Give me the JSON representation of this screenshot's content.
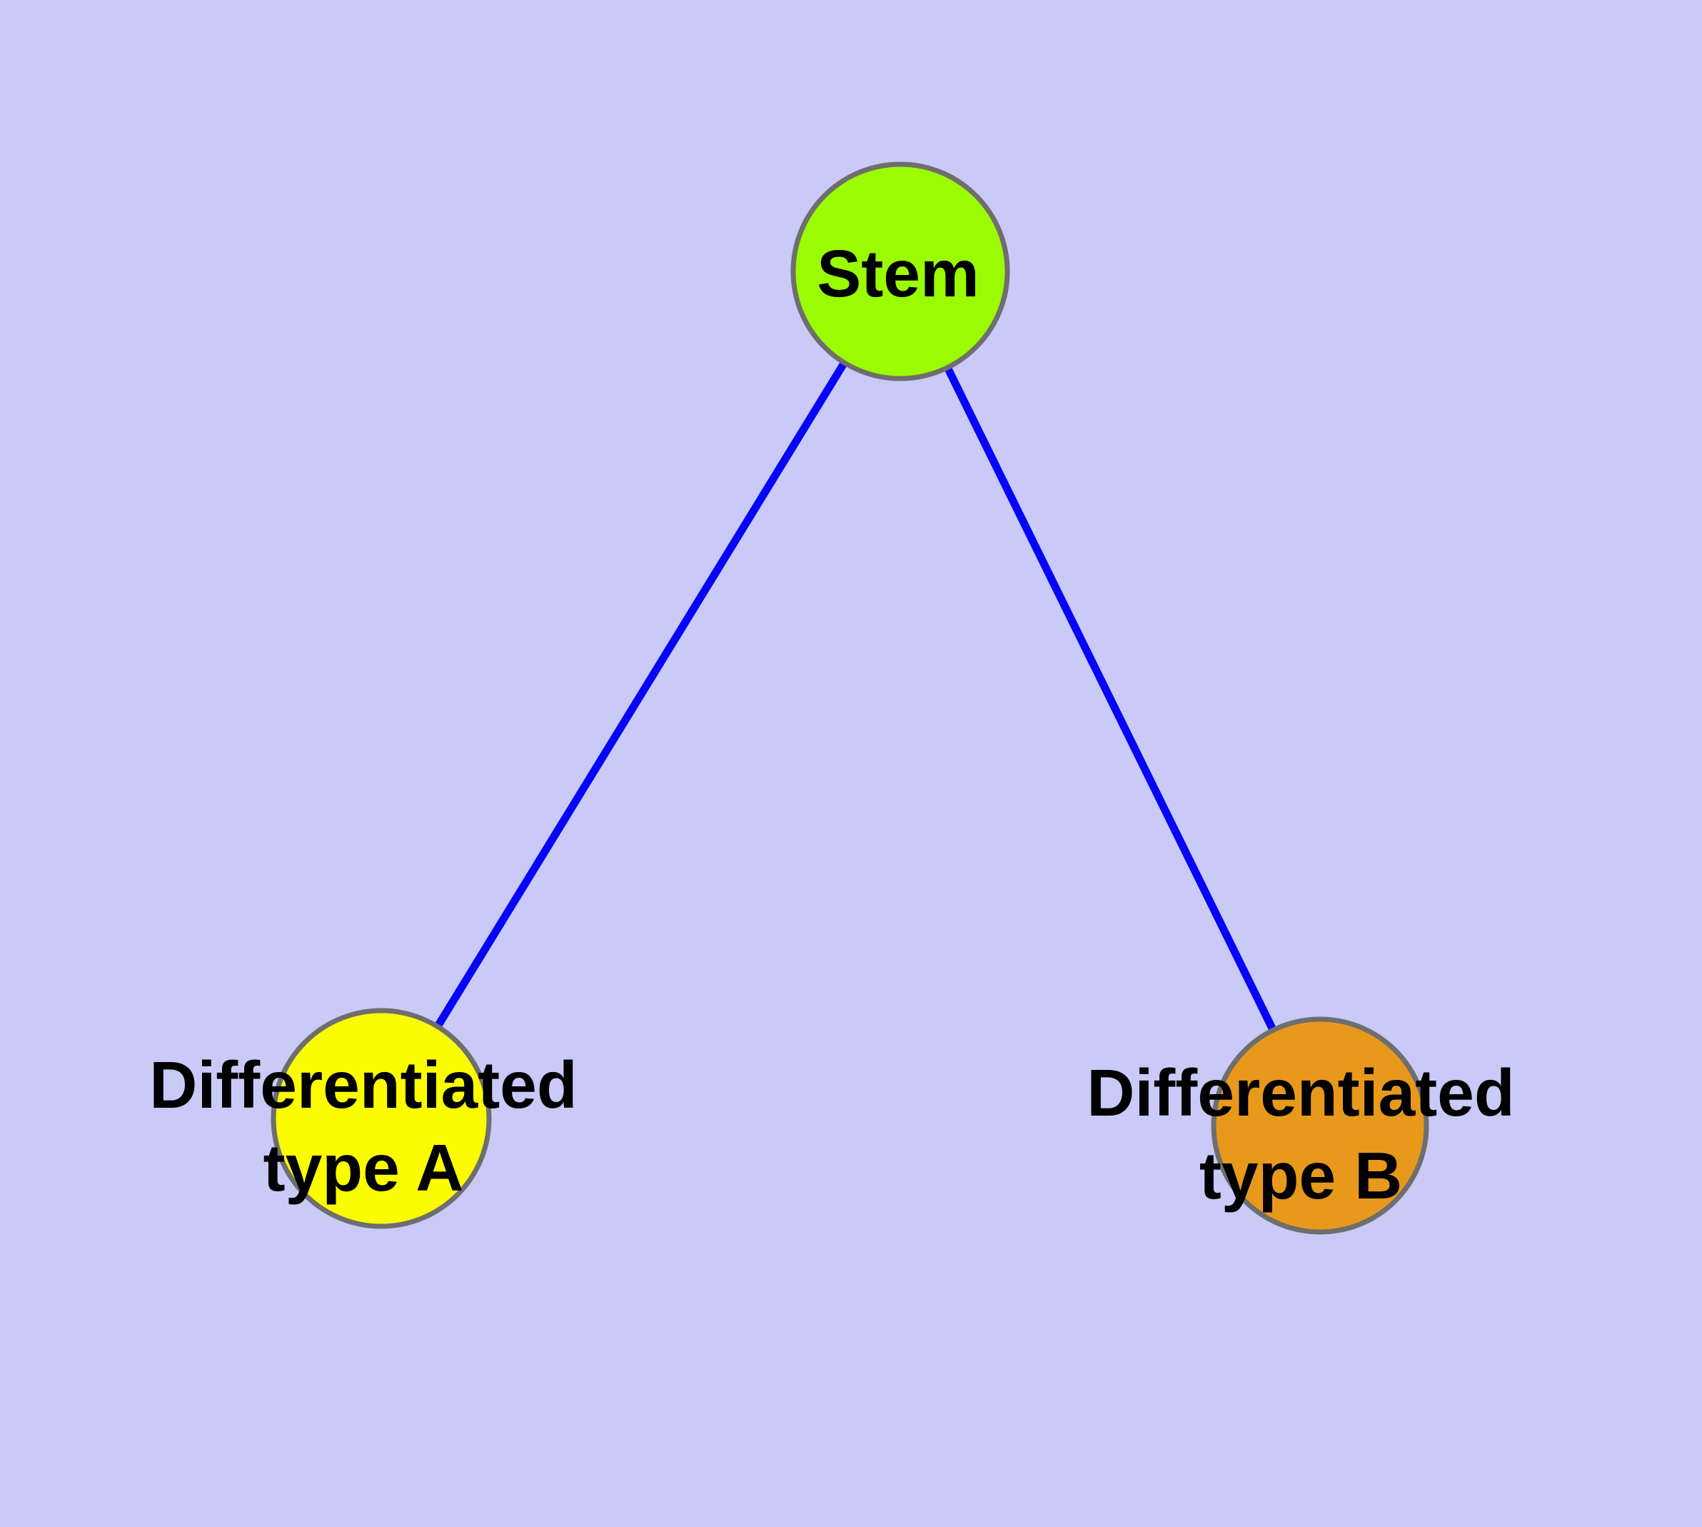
{
  "figure": {
    "type": "node-link-diagram",
    "background_color": "#CACAF8",
    "edge_style": {
      "color": "#0505FA",
      "width": 11
    },
    "node_border": {
      "color": "#6E6E6E",
      "width": 7
    },
    "label_color": "#000000",
    "nodes": [
      {
        "id": "stem",
        "label": "Stem",
        "fill": "#9BFB00"
      },
      {
        "id": "differentiated-type-a",
        "label_line1": "Differentiated",
        "label_line2": "type A",
        "fill": "#FCFC00"
      },
      {
        "id": "differentiated-type-b",
        "label_line1": "Differentiated",
        "label_line2": "type B",
        "fill": "#E8991B"
      }
    ],
    "edges": [
      {
        "from": "stem",
        "to": "differentiated-type-a"
      },
      {
        "from": "stem",
        "to": "differentiated-type-b"
      }
    ]
  }
}
